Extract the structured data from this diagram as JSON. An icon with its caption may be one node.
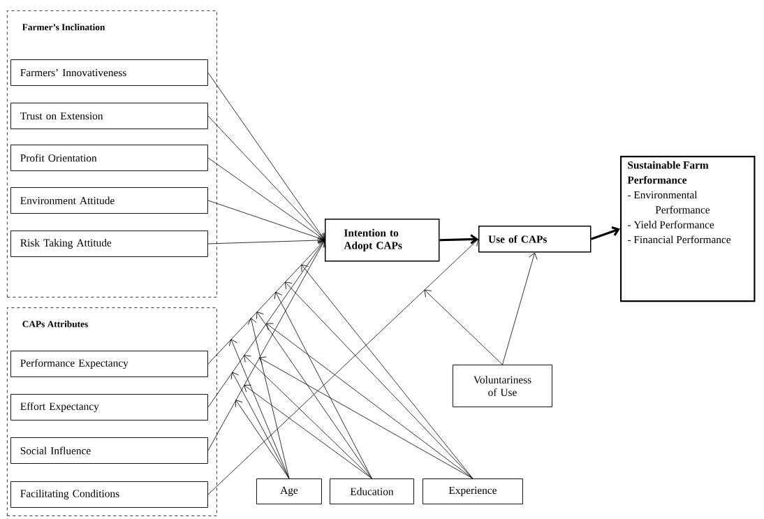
{
  "diagram": {
    "nodes": [
      {
        "text": [
          "Farmer’s Inclination"
        ]
      },
      {
        "text": [
          "Farmers’ Innovativeness"
        ],
        "in": 0
      },
      {
        "text": [
          "Trust on Extension"
        ],
        "in": 0
      },
      {
        "text": [
          "Profit Orientation"
        ],
        "in": 0
      },
      {
        "text": [
          "Environment Attitude"
        ],
        "in": 0
      },
      {
        "text": [
          "Risk Taking Attitude"
        ],
        "in": 0
      },
      {
        "text": [
          "CAPs Attributes"
        ]
      },
      {
        "text": [
          "Performance Expectancy"
        ],
        "in": 6
      },
      {
        "text": [
          "Effort Expectancy"
        ],
        "in": 6
      },
      {
        "text": [
          "Social Influence"
        ],
        "in": 6
      },
      {
        "text": [
          "Facilitating Conditions"
        ],
        "in": 6
      },
      {
        "text": [
          "Intention to Adopt CAPs"
        ]
      },
      {
        "text": [
          "Use of CAPs"
        ]
      },
      {
        "text": [
          "Sustainable Farm Performance",
          "- Environmental Performance",
          "- Yield Performance",
          "- Financial Performance"
        ]
      },
      {
        "text": [
          "Voluntariness of Use"
        ]
      },
      {
        "text": [
          "Age"
        ]
      },
      {
        "text": [
          "Education"
        ]
      },
      {
        "text": [
          "Experience"
        ]
      }
    ],
    "edges": [
      {
        "from": 1,
        "to": 11,
        "arrow": "to"
      },
      {
        "from": 2,
        "to": 11,
        "arrow": "to"
      },
      {
        "from": 3,
        "to": 11,
        "arrow": "to"
      },
      {
        "from": 4,
        "to": 11,
        "arrow": "to"
      },
      {
        "from": 5,
        "to": 11,
        "arrow": "to"
      },
      {
        "from": 7,
        "to": 11,
        "arrow": "to"
      },
      {
        "from": 8,
        "to": 11,
        "arrow": "to"
      },
      {
        "from": 9,
        "to": 11,
        "arrow": "to"
      },
      {
        "from": 10,
        "to": 12,
        "arrow": "to"
      },
      {
        "from": 11,
        "to": 12,
        "arrow": "to",
        "style": "thick"
      },
      {
        "from": 12,
        "to": 13,
        "arrow": "to",
        "style": "thick"
      },
      {
        "from": 14,
        "to": 12,
        "arrow": "to"
      },
      {
        "from": 14,
        "to": null,
        "arrow": "to"
      },
      {
        "from": 15,
        "to": null,
        "arrow": "to"
      },
      {
        "from": 15,
        "to": null,
        "arrow": "to"
      },
      {
        "from": 15,
        "to": null,
        "arrow": "to"
      },
      {
        "from": 15,
        "to": null,
        "arrow": "to"
      },
      {
        "from": 16,
        "to": null,
        "arrow": "to"
      },
      {
        "from": 16,
        "to": null,
        "arrow": "to"
      },
      {
        "from": 16,
        "to": null,
        "arrow": "to"
      },
      {
        "from": 16,
        "to": null,
        "arrow": "to"
      },
      {
        "from": 17,
        "to": null,
        "arrow": "to"
      },
      {
        "from": 17,
        "to": null,
        "arrow": "to"
      },
      {
        "from": 17,
        "to": null,
        "arrow": "to"
      },
      {
        "from": 17,
        "to": null,
        "arrow": "to"
      }
    ]
  }
}
